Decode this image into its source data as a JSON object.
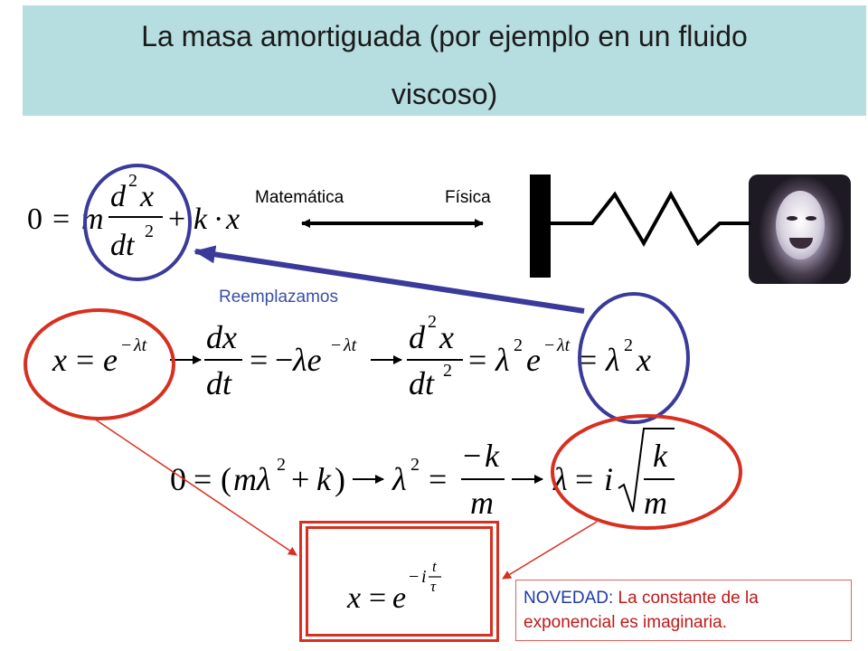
{
  "title": {
    "line1": "La masa amortiguada (por ejemplo en un fluido",
    "line2": "viscoso)"
  },
  "labels": {
    "matematica": "Matemática",
    "fisica": "Física",
    "reemplazamos": "Reemplazamos"
  },
  "note": {
    "prefix": "NOVEDAD:",
    "line1_rest": "La constante de la",
    "line2": "exponencial es imaginaria."
  },
  "colors": {
    "title_band": "#b6dde0",
    "blue": "#3a3a9a",
    "red": "#d83020",
    "note_text": "#c01818",
    "note_key": "#1f3aa5"
  }
}
